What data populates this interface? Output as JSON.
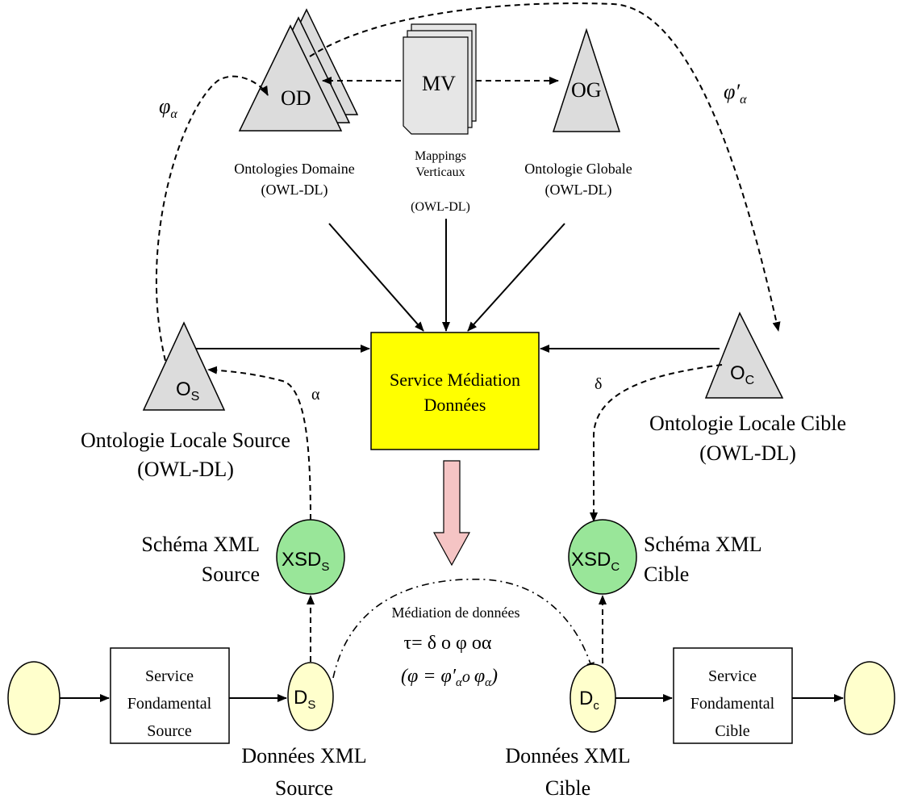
{
  "nodes": {
    "od": {
      "label": "OD",
      "caption_line1": "Ontologies Domaine",
      "caption_line2": "(OWL-DL)"
    },
    "mv": {
      "label": "MV",
      "caption_line1": "Mappings",
      "caption_line2": "Verticaux",
      "caption_line3": "(OWL-DL)"
    },
    "og": {
      "label": "OG",
      "caption_line1": "Ontologie Globale",
      "caption_line2": "(OWL-DL)"
    },
    "os": {
      "label": "O",
      "sub": "S",
      "caption_line1": "Ontologie Locale Source",
      "caption_line2": "(OWL-DL)"
    },
    "oc": {
      "label": "O",
      "sub": "C",
      "caption_line1": "Ontologie Locale Cible",
      "caption_line2": "(OWL-DL)"
    },
    "mediation_service": {
      "line1": "Service Médiation",
      "line2": "Données"
    },
    "xsd_s": {
      "label": "XSD",
      "sub": "S",
      "caption_line1": "Schéma XML",
      "caption_line2": "Source"
    },
    "xsd_c": {
      "label": "XSD",
      "sub": "C",
      "caption_line1": "Schéma XML",
      "caption_line2": "Cible"
    },
    "ds": {
      "label": "D",
      "sub": "S",
      "caption_line1": "Données XML",
      "caption_line2": "Source"
    },
    "dc": {
      "label": "D",
      "sub": "c",
      "caption_line1": "Données XML",
      "caption_line2": "Cible"
    },
    "service_source": {
      "line1": "Service",
      "line2": "Fondamental",
      "line3": "Source"
    },
    "service_cible": {
      "line1": "Service",
      "line2": "Fondamental",
      "line3": "Cible"
    }
  },
  "edge_labels": {
    "phi_alpha": {
      "sym": "φ",
      "sub": "α"
    },
    "phi_prime_alpha": {
      "sym": "φ′",
      "sub": "α"
    },
    "alpha": "α",
    "delta": "δ"
  },
  "mediation": {
    "title": "Médiation de données",
    "formula": "τ= δ o φ oα",
    "composition": {
      "open": "(",
      "phi": "φ",
      "eq": " = ",
      "phi_prime": "φ′",
      "sub_a": "α",
      "o": "o ",
      "phi2": "φ",
      "sub_b": "α",
      "close": ")"
    }
  },
  "colors": {
    "triangle_fill": "#dcdcdc",
    "mediation_fill": "#ffff00",
    "xsd_fill": "#99e699",
    "data_fill": "#ffffcc",
    "arrow_down_fill": "#f5c4c4"
  }
}
